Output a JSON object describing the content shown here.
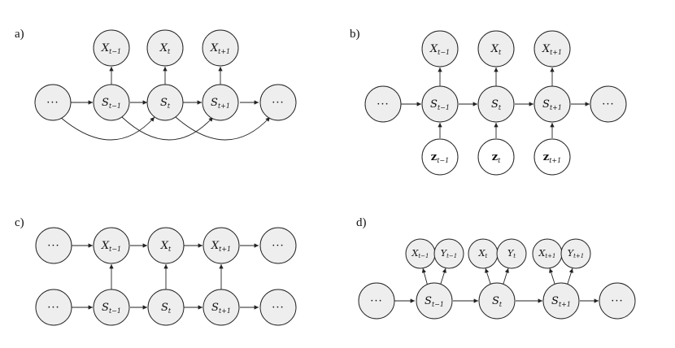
{
  "panels": [
    {
      "label": "a)"
    },
    {
      "label": "b)"
    },
    {
      "label": "c)"
    },
    {
      "label": "d)"
    }
  ],
  "symbols": {
    "dots": "···",
    "X": "X",
    "S": "S",
    "Y": "Y",
    "z": "z",
    "sub_prev": "t−1",
    "sub_cur": "t",
    "sub_next": "t+1"
  }
}
